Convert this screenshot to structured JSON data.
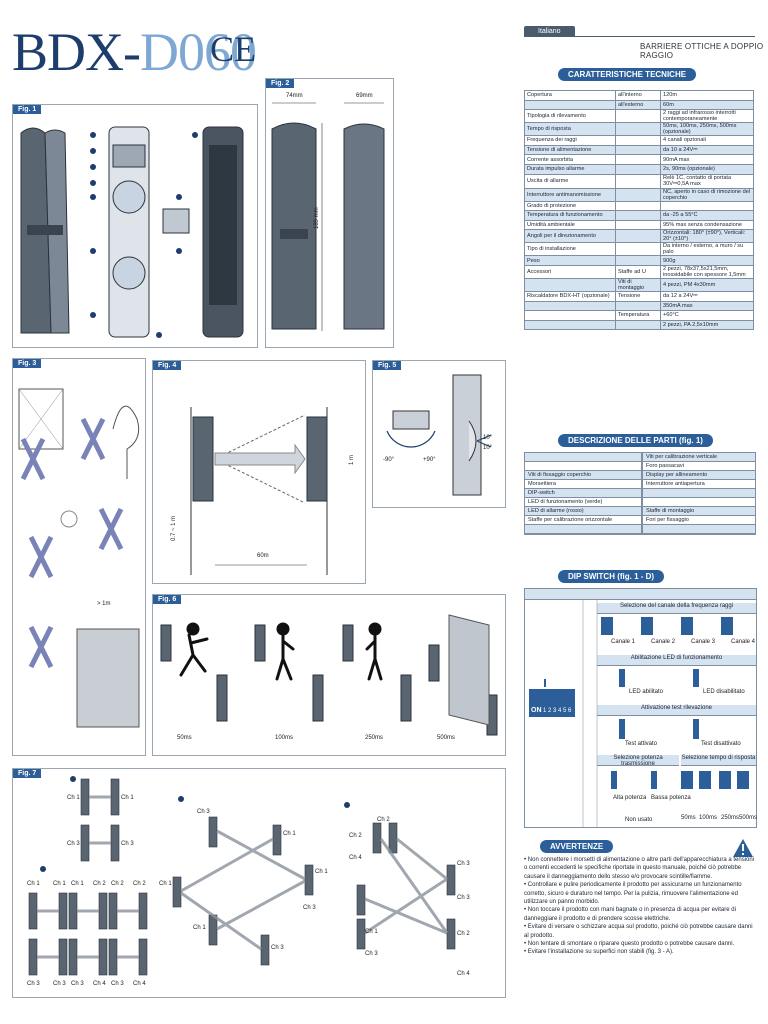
{
  "header": {
    "model_a": "BDX-",
    "model_b": "D060",
    "ce_mark": "CE",
    "language": "Italiano",
    "subtitle": "BARRIERE OTTICHE A DOPPIO RAGGIO"
  },
  "figures": {
    "fig1": "Fig. 1",
    "fig2": "Fig. 2",
    "fig2_width_front": "74mm",
    "fig2_width_side": "69mm",
    "fig2_height": "189 mm",
    "fig3": "Fig. 3",
    "fig3_distance": "> 1m",
    "fig4": "Fig. 4",
    "fig4_height_left": "0.7 ~ 1 m",
    "fig4_height_right": "1 m",
    "fig4_distance": "60m",
    "fig5": "Fig. 5",
    "fig5_up": "10°",
    "fig5_down": "10°",
    "fig5_left": "-90°",
    "fig5_right": "+90°",
    "fig6": "Fig. 6",
    "fig6_times": [
      "50ms",
      "100ms",
      "250ms",
      "500ms"
    ],
    "fig7": "Fig. 7",
    "ch1": "Ch 1",
    "ch2": "Ch 2",
    "ch3": "Ch 3",
    "ch4": "Ch 4"
  },
  "specs": {
    "banner": "CARATTERISTICHE TECNICHE",
    "rows": [
      {
        "k": "Copertura",
        "sub": "all'interno",
        "v": "120m"
      },
      {
        "k": "",
        "sub": "all'esterno",
        "v": "60m"
      },
      {
        "k": "Tipologia di rilevamento",
        "sub": "",
        "v": "2 raggi ad infrarosso interrotti contemporaneamente"
      },
      {
        "k": "Tempo di risposta",
        "sub": "",
        "v": "50ms, 100ms, 250ms, 500ms (opzionale)"
      },
      {
        "k": "Frequenza dei raggi",
        "sub": "",
        "v": "4 canali opzionali"
      },
      {
        "k": "Tensione di alimentazione",
        "sub": "",
        "v": "da 10 a 24V⎓"
      },
      {
        "k": "Corrente assorbita",
        "sub": "",
        "v": "90mA max"
      },
      {
        "k": "Durata impulso allarme",
        "sub": "",
        "v": "2s, 90ms (opzionale)"
      },
      {
        "k": "Uscita di allarme",
        "sub": "",
        "v": "Relè 1C, contatto di portata 30V⎓0,5A max"
      },
      {
        "k": "Interruttore antimanomissione",
        "sub": "",
        "v": "NC, aperto in caso di rimozione del coperchio"
      },
      {
        "k": "Grado di protezione",
        "sub": "",
        "v": ""
      },
      {
        "k": "Temperatura di funzionamento",
        "sub": "",
        "v": "da -25 a 55°C"
      },
      {
        "k": "Umidità ambientale",
        "sub": "",
        "v": "95% max senza condensazione"
      },
      {
        "k": "Angoli per il direzionamento",
        "sub": "",
        "v": "Orizzontali: 180° (±90°), Verticali: 20° (±10°)"
      },
      {
        "k": "Tipo di installazione",
        "sub": "",
        "v": "Da interno / esterno, a muro / su palo"
      },
      {
        "k": "Peso",
        "sub": "",
        "v": "900g"
      },
      {
        "k": "Accessori",
        "sub": "Staffe ad U",
        "v": "2 pezzi, 78x37,5x21,5mm, inossidabile con spessore 1,5mm"
      },
      {
        "k": "",
        "sub": "Viti di montaggio",
        "v": "4 pezzi, PM 4x30mm"
      },
      {
        "k": "Riscaldatore BDX-HT (opzionale)",
        "sub": "Tensione",
        "v": "da 12 a 24V⎓"
      },
      {
        "k": "",
        "sub": "",
        "v": "350mA max"
      },
      {
        "k": "",
        "sub": "Temperatura",
        "v": "+60°C"
      },
      {
        "k": "",
        "sub": "",
        "v": "2 pezzi, PA 2,5x10mm"
      }
    ]
  },
  "parts": {
    "banner": "DESCRIZIONE DELLE PARTI (fig. 1)",
    "left": [
      "",
      "",
      "Viti di fissaggio coperchio",
      "Morsettiera",
      "DIP-switch",
      "LED di funzionamento (verde)",
      "LED di allarme (rosso)",
      "Staffe per calibrazione orizzontale",
      ""
    ],
    "right": [
      "Viti per calibrazione verticale",
      "Foro passacavi",
      "Display per allineamento",
      "Interruttore antiapertura",
      "",
      "",
      "Staffe di montaggio",
      "Fori per fissaggio",
      ""
    ]
  },
  "dip": {
    "banner": "DIP SWITCH (fig. 1 - D)",
    "freq_title": "Selezione del canale della frequenza raggi",
    "channels": [
      "Canale 1",
      "Canale 2",
      "Canale 3",
      "Canale 4"
    ],
    "led_title": "Abilitazione LED di funzionamento",
    "led_on": "LED abilitato",
    "led_off": "LED disabilitato",
    "test_title": "Attivazione test rilevazione",
    "test_on": "Test attivato",
    "test_off": "Test disattivato",
    "power_title": "Selezione potenza trasmissione",
    "time_title": "Selezione tempo di risposta",
    "power_high": "Alta potenza",
    "power_low": "Bassa potenza",
    "unused": "Non usato",
    "times": [
      "50ms",
      "100ms",
      "250ms",
      "500ms"
    ],
    "on_label": "ON",
    "numbers": "1 2 3 4 5 6"
  },
  "warnings": {
    "banner": "AVVERTENZE",
    "items": [
      "Non connettere i morsetti di alimentazione o altre parti dell'apparecchiatura a tensioni o correnti eccedenti le specifiche riportate in questo manuale, poiché ciò potrebbe causare il danneggiamento dello stesso e/o provocare scintille/fiamme.",
      "Controllare e pulire periodicamente il prodotto per assicurarne un funzionamento corretto, sicuro e duraturo nel tempo. Per la pulizia, rimuovere l'alimentazione ed utilizzare un panno morbido.",
      "Non toccare il prodotto con mani bagnate o in presenza di acqua per evitare di danneggiare il prodotto e di prendere scosse elettriche.",
      "Evitare di versare o schizzare acqua sul prodotto, poiché ciò potrebbe causare danni al prodotto.",
      "Non tentare di smontare o riparare questo prodotto o potrebbe causare danni.",
      "Evitare l'installazione su superfici non stabili (fig. 3 - A)."
    ]
  }
}
